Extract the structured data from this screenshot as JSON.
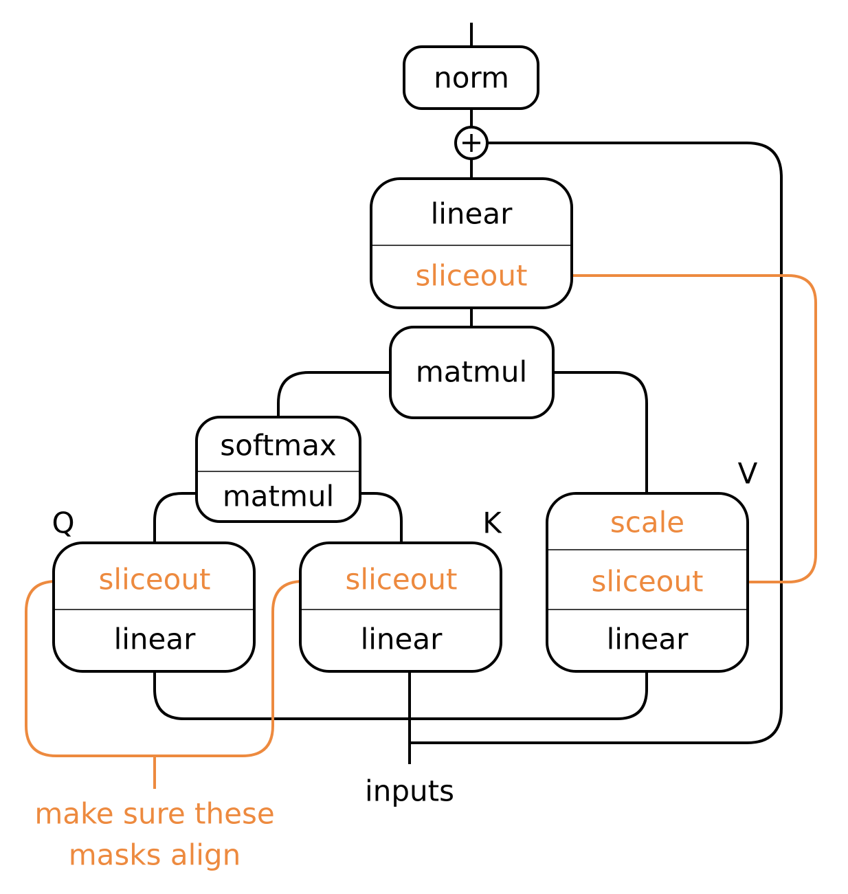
{
  "colors": {
    "line": "#000000",
    "accent": "#ED8A3F",
    "background": "#FFFFFF"
  },
  "top": {
    "norm": "norm",
    "add_symbol": "+"
  },
  "output_block": {
    "linear": "linear",
    "sliceout": "sliceout"
  },
  "matmul_top": "matmul",
  "attention_block": {
    "softmax": "softmax",
    "matmul": "matmul"
  },
  "q_block": {
    "tag": "Q",
    "sliceout": "sliceout",
    "linear": "linear"
  },
  "k_block": {
    "tag": "K",
    "sliceout": "sliceout",
    "linear": "linear"
  },
  "v_block": {
    "tag": "V",
    "scale": "scale",
    "sliceout": "sliceout",
    "linear": "linear"
  },
  "inputs_label": "inputs",
  "annotation": {
    "line1": "make sure these",
    "line2": "masks align"
  }
}
